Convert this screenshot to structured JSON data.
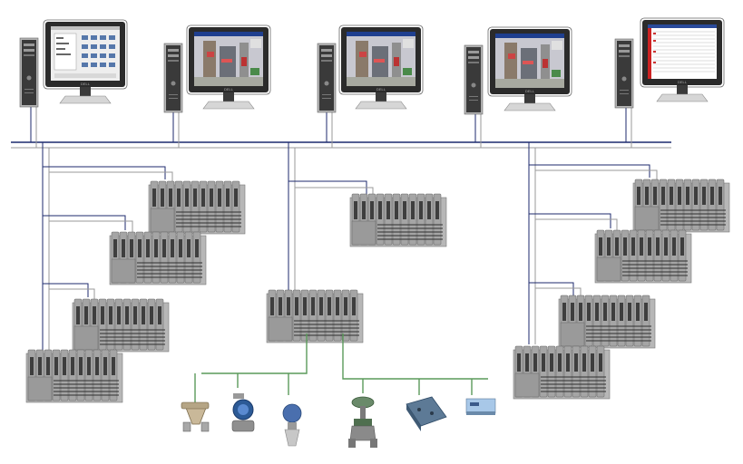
{
  "diagram": {
    "type": "control-system-network-topology",
    "workstations": [
      {
        "id": "ws-1",
        "screen": "hmi-graphics",
        "icon": "desktop-computer-icon"
      },
      {
        "id": "ws-2",
        "screen": "plant-photo",
        "icon": "desktop-computer-icon"
      },
      {
        "id": "ws-3",
        "screen": "plant-photo",
        "icon": "desktop-computer-icon"
      },
      {
        "id": "ws-4",
        "screen": "plant-photo",
        "icon": "desktop-computer-icon"
      },
      {
        "id": "ws-5",
        "screen": "alarm-list",
        "icon": "desktop-computer-icon"
      }
    ],
    "io_rack_groups": [
      {
        "id": "left",
        "rack_count": 4
      },
      {
        "id": "center",
        "rack_count": 2
      },
      {
        "id": "right",
        "rack_count": 4
      }
    ],
    "field_devices": [
      {
        "id": "flowmeter",
        "icon": "coriolis-flowmeter-icon"
      },
      {
        "id": "pressure-transmitter",
        "icon": "pressure-transmitter-icon"
      },
      {
        "id": "level-transmitter",
        "icon": "radar-level-transmitter-icon"
      },
      {
        "id": "control-valve",
        "icon": "control-valve-icon"
      },
      {
        "id": "junction-box",
        "icon": "junction-box-icon"
      },
      {
        "id": "fieldbus-module",
        "icon": "fieldbus-module-icon"
      }
    ],
    "colors": {
      "backbone": "#1c2a6e",
      "secondary": "#8f8f8f",
      "fieldbus": "#5a9a5a",
      "rack_body": "#a9a9a9",
      "rack_dark": "#3e3e3e",
      "monitor_bezel": "#2b2b2b",
      "tower": "#9a9a9a"
    }
  }
}
